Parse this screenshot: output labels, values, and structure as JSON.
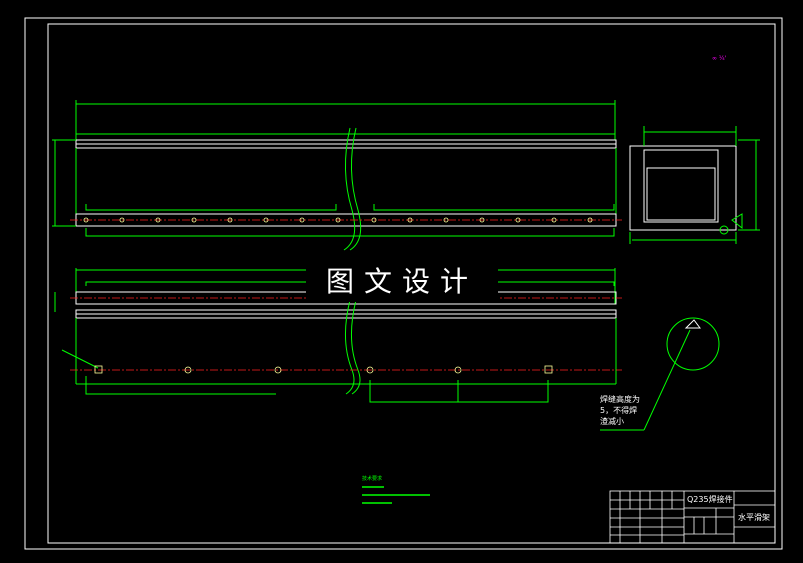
{
  "watermark": "图文设计",
  "title_block": {
    "material": "Q235焊接件",
    "part_name": "水平滑架"
  },
  "annotations": {
    "weld_note": [
      "焊缝高度为",
      "5，不得焊",
      "渣减小"
    ],
    "tech_req_title": "技术要求"
  },
  "colors": {
    "background": "#000000",
    "frame": "#ffffff",
    "outline": "#00ff00",
    "centerline": "#ff2020",
    "magenta": "#ff00ff"
  }
}
